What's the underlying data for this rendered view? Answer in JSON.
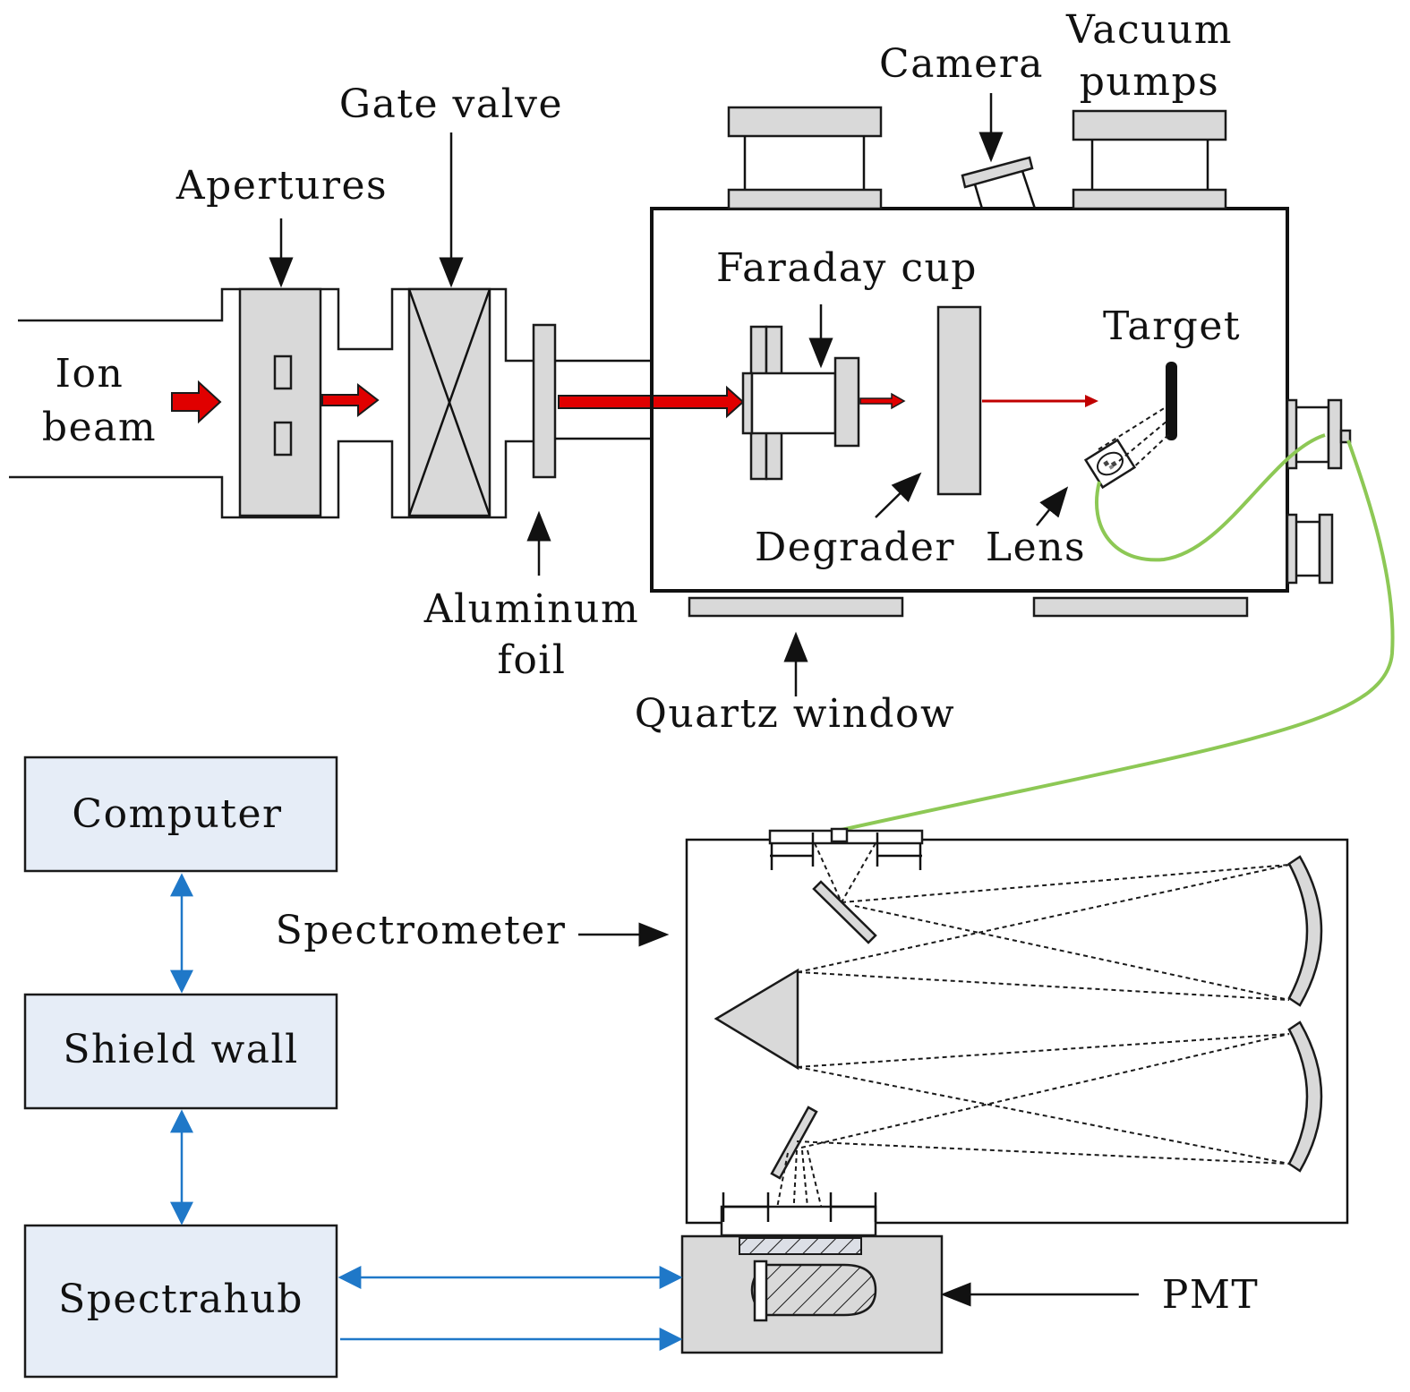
{
  "labels": {
    "ion_beam_line1": "Ion",
    "ion_beam_line2": "beam",
    "apertures": "Apertures",
    "gate_valve": "Gate valve",
    "aluminum_foil_line1": "Aluminum",
    "aluminum_foil_line2": "foil",
    "camera": "Camera",
    "vacuum_pumps_line1": "Vacuum",
    "vacuum_pumps_line2": "pumps",
    "faraday_cup": "Faraday cup",
    "target": "Target",
    "degrader": "Degrader",
    "lens": "Lens",
    "quartz_window": "Quartz window",
    "spectrometer": "Spectrometer",
    "pmt": "PMT"
  },
  "boxes": {
    "computer": "Computer",
    "shield_wall": "Shield wall",
    "spectrahub": "Spectrahub"
  },
  "colors": {
    "beam": "#e00000",
    "fiber": "#8dc855",
    "link": "#1f78c8",
    "box_fill": "#e6edf7",
    "part_fill": "#d9d9d9"
  }
}
